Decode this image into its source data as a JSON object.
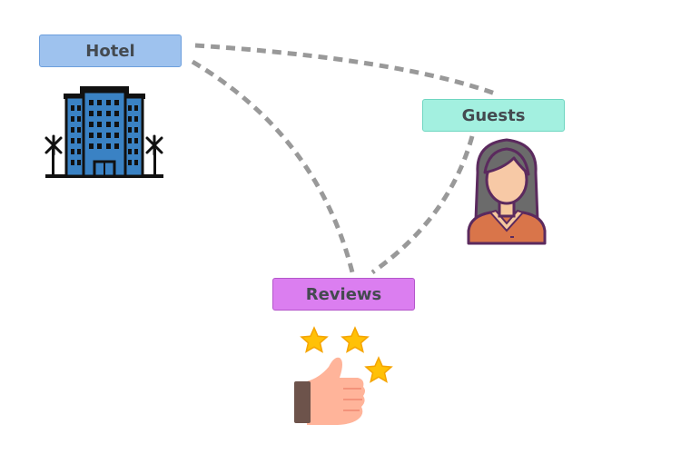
{
  "nodes": {
    "hotel": {
      "label": "Hotel",
      "fill": "#9ec2ee",
      "border": "#6d9fdd",
      "icon": "hotel-building-icon"
    },
    "guests": {
      "label": "Guests",
      "fill": "#a3f0e0",
      "border": "#6fd6c1",
      "icon": "woman-guest-icon"
    },
    "reviews": {
      "label": "Reviews",
      "fill": "#db7ef0",
      "border": "#b356ca",
      "icon": "thumbs-up-stars-icon"
    }
  },
  "connectors": [
    {
      "from": "hotel",
      "to": "guests",
      "style": "dashed"
    },
    {
      "from": "hotel",
      "to": "reviews",
      "style": "dashed"
    },
    {
      "from": "guests",
      "to": "reviews",
      "style": "dashed"
    }
  ],
  "colors": {
    "connector": "#999999",
    "label_text": "#444a50"
  }
}
